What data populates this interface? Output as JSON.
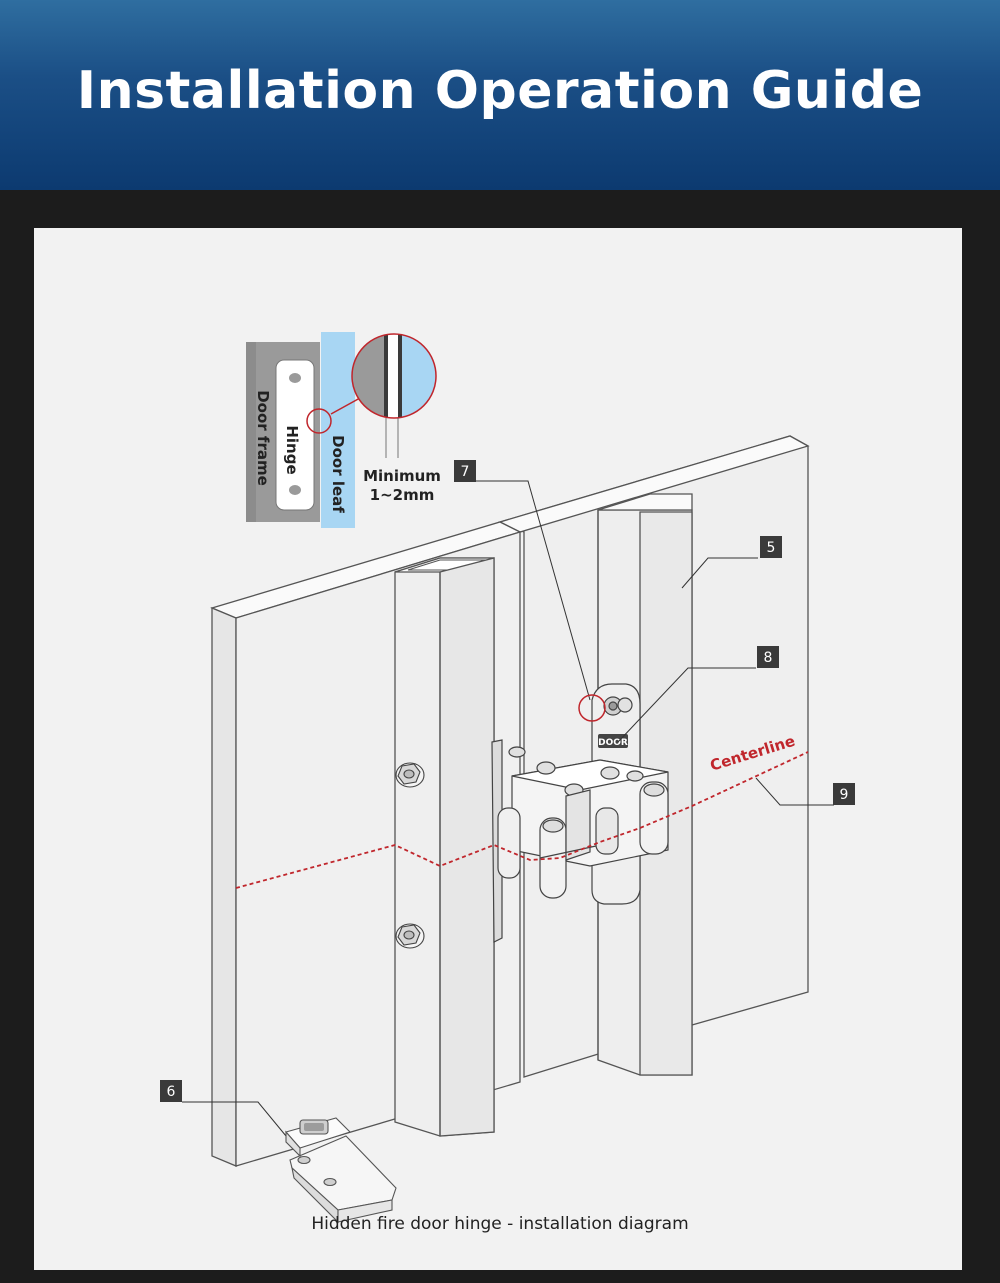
{
  "header": {
    "title": "Installation Operation Guide"
  },
  "inset": {
    "door_frame_label": "Door frame",
    "hinge_label": "Hinge",
    "door_leaf_label": "Door leaf",
    "gap_line1": "Minimum",
    "gap_line2": "1~2mm"
  },
  "callouts": {
    "c5": "5",
    "c6": "6",
    "c7": "7",
    "c8": "8",
    "c9": "9"
  },
  "centerline_label": "Centerline",
  "hinge_stamp": "DOOR",
  "caption": "Hidden fire door hinge - installation diagram",
  "colors": {
    "header_top": "#2f6ea0",
    "header_bottom": "#0c3a70",
    "centerline": "#c0262c",
    "door_leaf_blue": "#a8d6f3",
    "frame_gray": "#888888",
    "callout_box": "#3a3a3a"
  }
}
